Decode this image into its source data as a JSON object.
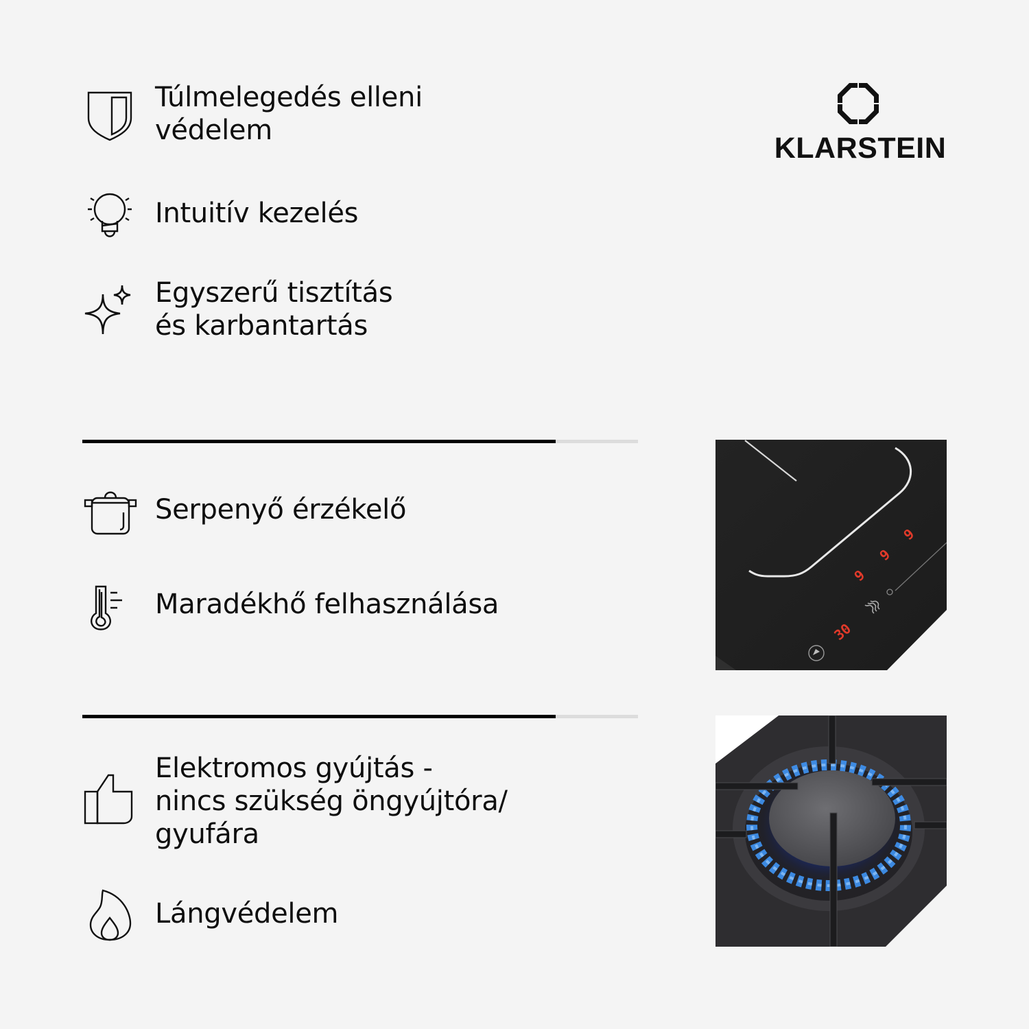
{
  "brand": {
    "name": "KLARSTEIN",
    "logo_icon": "octagon-bracket-logo-icon"
  },
  "colors": {
    "background": "#f4f4f4",
    "text": "#0e0e0e",
    "divider_fill": "#000000",
    "divider_track": "#dcdcdc",
    "display_red": "#e23a2a",
    "flame_blue": "#3a8cf0"
  },
  "sections": [
    {
      "features": [
        {
          "icon": "shield-icon",
          "lines": [
            "Túlmelegedés elleni",
            "védelem"
          ]
        },
        {
          "icon": "lightbulb-icon",
          "lines": [
            "Intuitív kezelés"
          ]
        },
        {
          "icon": "sparkle-icon",
          "lines": [
            "Egyszerű tisztítás",
            "és karbantartás"
          ]
        }
      ]
    },
    {
      "divider_progress": 0.79,
      "features": [
        {
          "icon": "cooking-pot-icon",
          "lines": [
            "Serpenyő érzékelő"
          ]
        },
        {
          "icon": "thermometer-icon",
          "lines": [
            "Maradékhő felhasználása"
          ]
        }
      ],
      "image": {
        "name": "induction-hob-photo",
        "display": {
          "zone_levels": [
            "9",
            "9",
            "9"
          ],
          "timer": "30"
        }
      }
    },
    {
      "divider_progress": 0.79,
      "features": [
        {
          "icon": "thumbs-up-icon",
          "lines": [
            "Elektromos gyújtás -",
            "nincs szükség öngyújtóra/",
            "gyufára"
          ]
        },
        {
          "icon": "flame-icon",
          "lines": [
            "Lángvédelem"
          ]
        }
      ],
      "image": {
        "name": "gas-burner-photo"
      }
    }
  ]
}
